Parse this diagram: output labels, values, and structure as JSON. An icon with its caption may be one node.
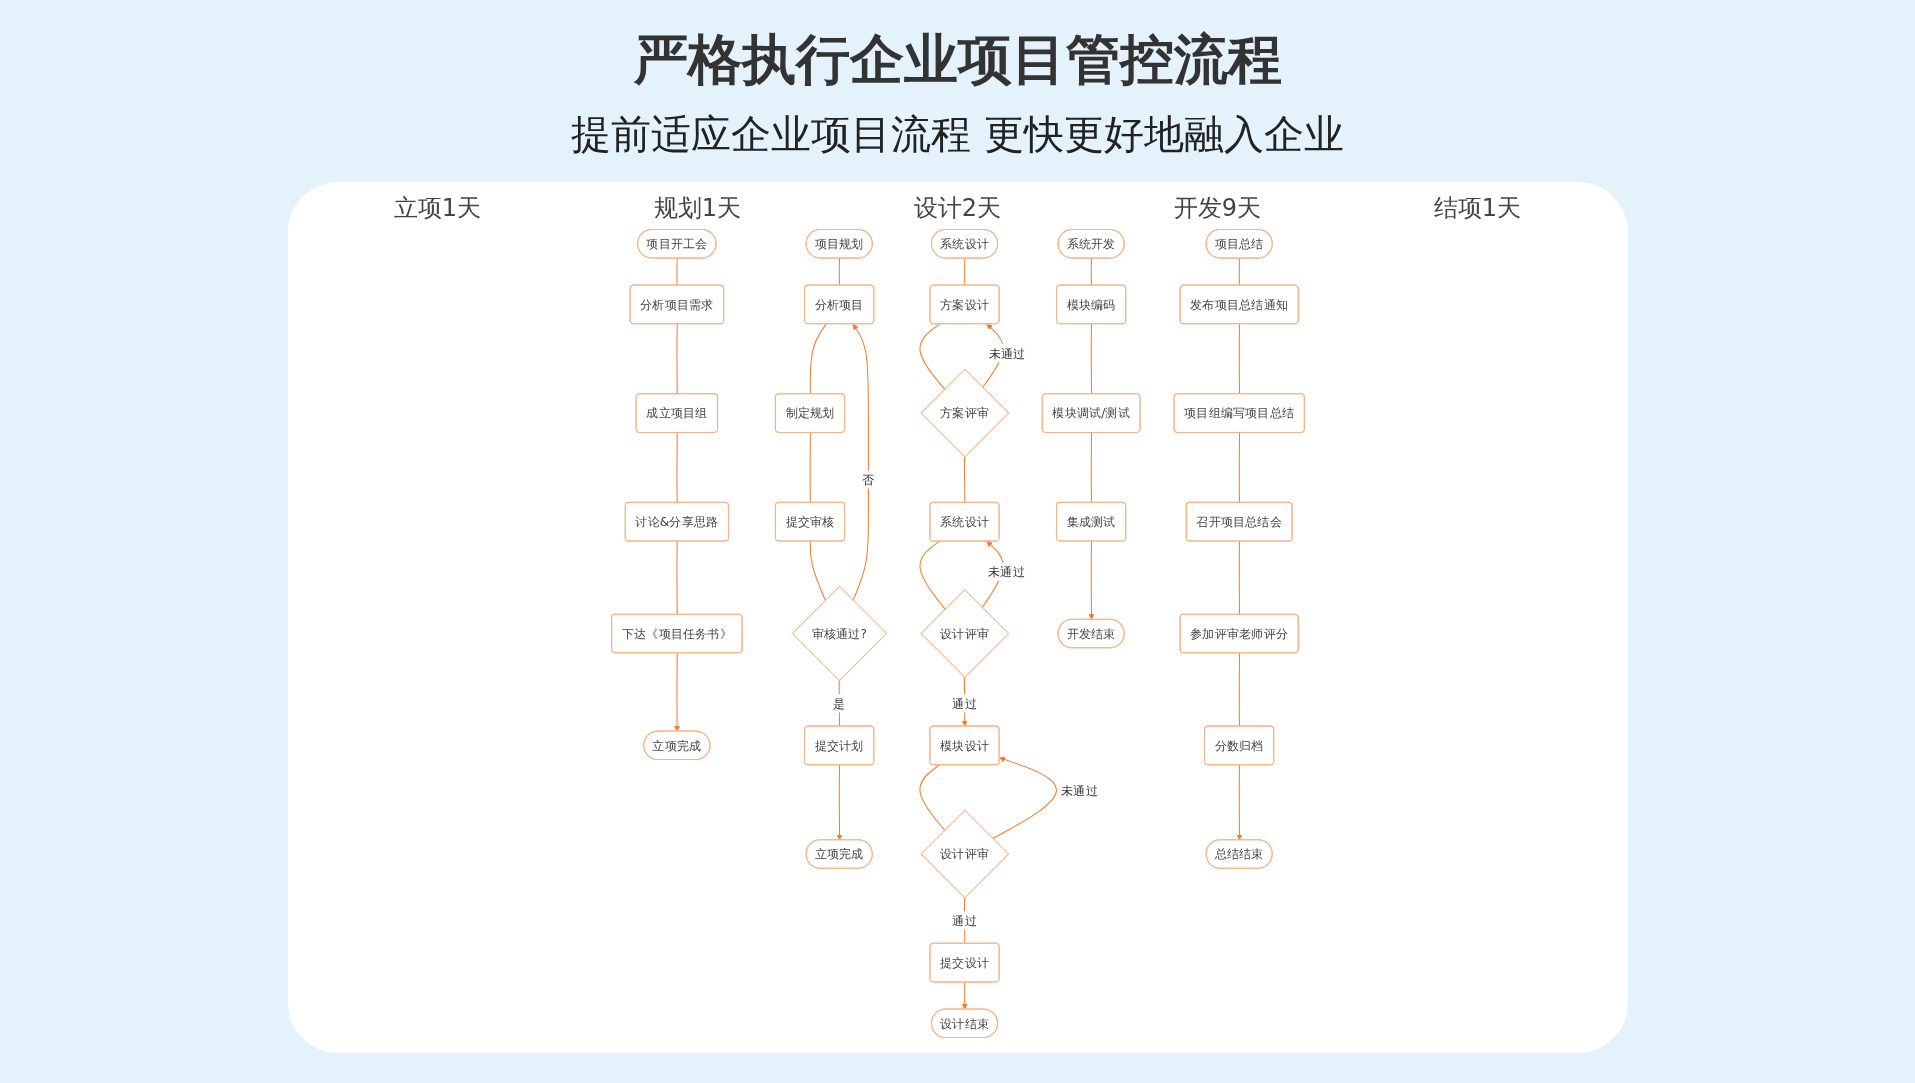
{
  "diagram": {
    "title": "严格执行企业项目管控流程",
    "nodes": [
      {
        "text": [
          "项目开工会"
        ]
      },
      {
        "text": [
          "分析项目需求"
        ]
      },
      {
        "text": [
          "成立项目组"
        ]
      },
      {
        "text": [
          "讨论&分享思路"
        ]
      },
      {
        "text": [
          "下达《项目任务书》"
        ]
      },
      {
        "text": [
          "立项完成"
        ]
      },
      {
        "text": [
          "项目规划"
        ]
      },
      {
        "text": [
          "分析项目"
        ]
      },
      {
        "text": [
          "制定规划"
        ]
      },
      {
        "text": [
          "提交审核"
        ]
      },
      {
        "text": [
          "审核通过?"
        ]
      },
      {
        "text": [
          "提交计划"
        ]
      },
      {
        "text": [
          "立项完成"
        ]
      },
      {
        "text": [
          "系统设计"
        ]
      },
      {
        "text": [
          "方案设计"
        ]
      },
      {
        "text": [
          "方案评审"
        ]
      },
      {
        "text": [
          "系统设计"
        ]
      },
      {
        "text": [
          "设计评审"
        ]
      },
      {
        "text": [
          "模块设计"
        ]
      },
      {
        "text": [
          "设计评审"
        ]
      },
      {
        "text": [
          "提交设计"
        ]
      },
      {
        "text": [
          "设计结束"
        ]
      },
      {
        "text": [
          "系统开发"
        ]
      },
      {
        "text": [
          "模块编码"
        ]
      },
      {
        "text": [
          "模块调试/测试"
        ]
      },
      {
        "text": [
          "集成测试"
        ]
      },
      {
        "text": [
          "开发结束"
        ]
      },
      {
        "text": [
          "项目总结"
        ]
      },
      {
        "text": [
          "发布项目总结通知"
        ]
      },
      {
        "text": [
          "项目组编写项目总结"
        ]
      },
      {
        "text": [
          "召开项目总结会"
        ]
      },
      {
        "text": [
          "参加评审老师评分"
        ]
      },
      {
        "text": [
          "分数归档"
        ]
      },
      {
        "text": [
          "总结结束"
        ]
      }
    ],
    "edges": [
      {
        "from": 0,
        "to": 1,
        "arrow": "none"
      },
      {
        "from": 1,
        "to": 2,
        "arrow": "none"
      },
      {
        "from": 2,
        "to": 3,
        "arrow": "none"
      },
      {
        "from": 3,
        "to": 4,
        "arrow": "none"
      },
      {
        "from": 4,
        "to": 5,
        "arrow": "to"
      },
      {
        "from": 6,
        "to": 7,
        "arrow": "none"
      },
      {
        "from": 7,
        "to": 8,
        "arrow": "none"
      },
      {
        "from": 8,
        "to": 9,
        "arrow": "none"
      },
      {
        "from": 9,
        "to": 10,
        "arrow": "none"
      },
      {
        "from": 10,
        "to": 7,
        "arrow": "to",
        "label": "否"
      },
      {
        "from": 10,
        "to": 11,
        "arrow": "none",
        "label": "是"
      },
      {
        "from": 11,
        "to": 12,
        "arrow": "to"
      },
      {
        "from": 13,
        "to": 14,
        "arrow": "none"
      },
      {
        "from": 14,
        "to": 15,
        "arrow": "none"
      },
      {
        "from": 15,
        "to": 14,
        "arrow": "to",
        "label": "未通过"
      },
      {
        "from": 15,
        "to": 16,
        "arrow": "none"
      },
      {
        "from": 16,
        "to": 17,
        "arrow": "none"
      },
      {
        "from": 17,
        "to": 16,
        "arrow": "to",
        "label": "未通过"
      },
      {
        "from": 17,
        "to": 18,
        "arrow": "to",
        "label": "通过"
      },
      {
        "from": 18,
        "to": 19,
        "arrow": "none"
      },
      {
        "from": 19,
        "to": 18,
        "arrow": "to",
        "label": "未通过"
      },
      {
        "from": 19,
        "to": 20,
        "arrow": "none",
        "label": "通过"
      },
      {
        "from": 20,
        "to": 21,
        "arrow": "to"
      },
      {
        "from": 22,
        "to": 23,
        "arrow": "none"
      },
      {
        "from": 23,
        "to": 24,
        "arrow": "none"
      },
      {
        "from": 24,
        "to": 25,
        "arrow": "none"
      },
      {
        "from": 25,
        "to": 26,
        "arrow": "to"
      },
      {
        "from": 27,
        "to": 28,
        "arrow": "none"
      },
      {
        "from": 28,
        "to": 29,
        "arrow": "none"
      },
      {
        "from": 29,
        "to": 30,
        "arrow": "none"
      },
      {
        "from": 30,
        "to": 31,
        "arrow": "none"
      },
      {
        "from": 31,
        "to": 32,
        "arrow": "none"
      },
      {
        "from": 32,
        "to": 33,
        "arrow": "to"
      }
    ],
    "labels": [
      "提前适应企业项目流程  更快更好地融入企业",
      "立项1天",
      "规划1天",
      "设计2天",
      "开发9天",
      "结项1天"
    ]
  }
}
